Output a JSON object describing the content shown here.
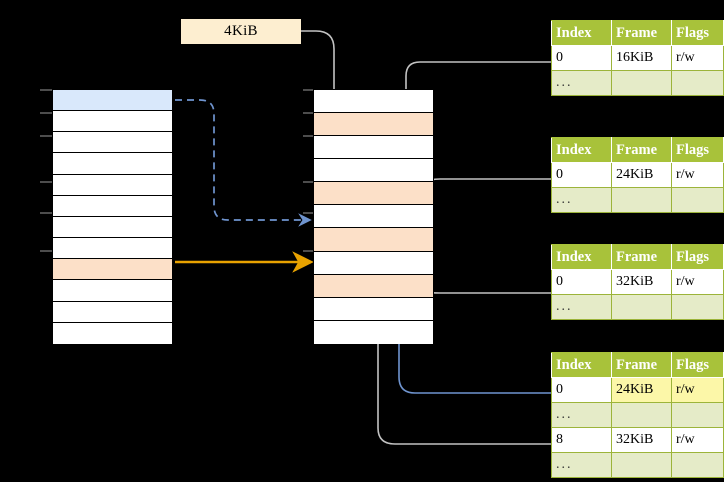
{
  "diagram": {
    "title": "paging-address-translation",
    "background": "#000000",
    "colors": {
      "header_green": "#a8c23a",
      "alt_row_green": "#e5ebc8",
      "peach": "#fce0c8",
      "blue_row": "#d9e8fb",
      "highlight_yellow": "#fcf7a8",
      "orange_arrow": "#e8a200",
      "blue_arrow": "#5a84c4",
      "gray_wire": "#b8b8b8"
    }
  },
  "size_label": {
    "text": "4KiB",
    "name": "page-size-label"
  },
  "left_table": {
    "name": "virtual-address-space",
    "rows": [
      {
        "fill": "blue",
        "text": ""
      },
      {
        "fill": "white",
        "text": ""
      },
      {
        "fill": "white",
        "text": ""
      },
      {
        "fill": "white",
        "text": ""
      },
      {
        "fill": "white",
        "text": ""
      },
      {
        "fill": "white",
        "text": ""
      },
      {
        "fill": "white",
        "text": ""
      },
      {
        "fill": "white",
        "text": ""
      },
      {
        "fill": "peach",
        "text": ""
      },
      {
        "fill": "white",
        "text": ""
      },
      {
        "fill": "white",
        "text": ""
      },
      {
        "fill": "white",
        "text": ""
      }
    ]
  },
  "middle_table": {
    "name": "physical-address-space",
    "rows": [
      {
        "fill": "white",
        "text": ""
      },
      {
        "fill": "peach",
        "text": ""
      },
      {
        "fill": "white",
        "text": ""
      },
      {
        "fill": "white",
        "text": ""
      },
      {
        "fill": "peach",
        "text": ""
      },
      {
        "fill": "white",
        "text": ""
      },
      {
        "fill": "peach",
        "text": ""
      },
      {
        "fill": "white",
        "text": ""
      },
      {
        "fill": "peach",
        "text": ""
      },
      {
        "fill": "white",
        "text": ""
      },
      {
        "fill": "white",
        "text": ""
      }
    ]
  },
  "page_tables": [
    {
      "name": "page-table-level-1",
      "columns": [
        "Index",
        "Frame",
        "Flags"
      ],
      "rows": [
        {
          "cells": [
            "0",
            "16KiB",
            "r/w"
          ],
          "alt": false,
          "highlight": []
        },
        {
          "cells": [
            "...",
            "",
            ""
          ],
          "alt": true,
          "highlight": []
        }
      ]
    },
    {
      "name": "page-table-level-2",
      "columns": [
        "Index",
        "Frame",
        "Flags"
      ],
      "rows": [
        {
          "cells": [
            "0",
            "24KiB",
            "r/w"
          ],
          "alt": false,
          "highlight": []
        },
        {
          "cells": [
            "...",
            "",
            ""
          ],
          "alt": true,
          "highlight": []
        }
      ]
    },
    {
      "name": "page-table-level-3",
      "columns": [
        "Index",
        "Frame",
        "Flags"
      ],
      "rows": [
        {
          "cells": [
            "0",
            "32KiB",
            "r/w"
          ],
          "alt": false,
          "highlight": []
        },
        {
          "cells": [
            "...",
            "",
            ""
          ],
          "alt": true,
          "highlight": []
        }
      ]
    },
    {
      "name": "page-table-level-4",
      "columns": [
        "Index",
        "Frame",
        "Flags"
      ],
      "rows": [
        {
          "cells": [
            "0",
            "24KiB",
            "r/w"
          ],
          "alt": false,
          "highlight": [
            1,
            2
          ]
        },
        {
          "cells": [
            "...",
            "",
            ""
          ],
          "alt": true,
          "highlight": []
        },
        {
          "cells": [
            "8",
            "32KiB",
            "r/w"
          ],
          "alt": false,
          "highlight": []
        },
        {
          "cells": [
            "...",
            "",
            ""
          ],
          "alt": true,
          "highlight": []
        }
      ]
    }
  ]
}
